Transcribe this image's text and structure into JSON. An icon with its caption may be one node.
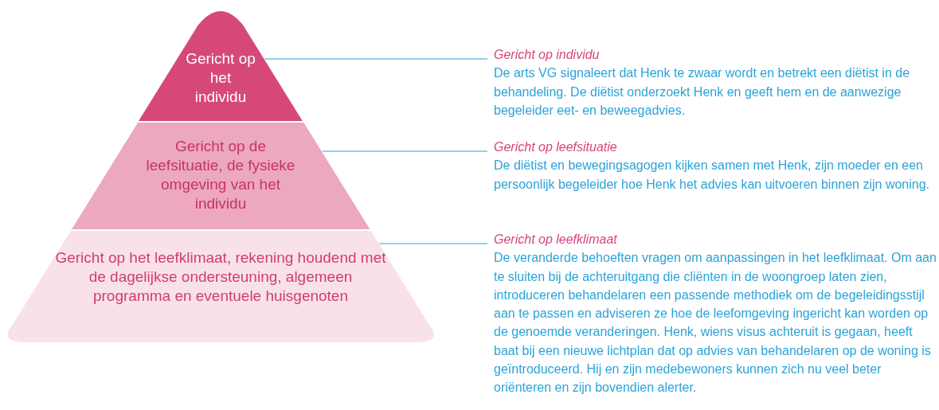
{
  "diagram": {
    "nodes": [
      {
        "text": [
          "Gericht op het individu"
        ]
      },
      {
        "text": [
          "Gericht op de leefsituatie, de fysieke omgeving van het individu"
        ]
      },
      {
        "text": [
          "Gericht op het leefklimaat, rekening houdend met de dagelijkse ondersteuning, algemeen programma en eventuele huisgenoten"
        ]
      },
      {
        "text": [
          "Gericht op individu",
          "De arts VG signaleert dat Henk te zwaar wordt en betrekt een diëtist in de behandeling. De diëtist onderzoekt Henk en geeft hem en de aanwezige begeleider eet- en beweegadvies."
        ]
      },
      {
        "text": [
          "Gericht op leefsituatie",
          "De diëtist en bewegingsagogen kijken samen met Henk, zijn moeder en een persoonlijk begeleider hoe Henk het advies kan uitvoeren binnen zijn woning."
        ]
      },
      {
        "text": [
          "Gericht op leefklimaat",
          "De veranderde behoeften vragen om aanpassingen in het leefklimaat. Om aan te sluiten bij de achteruitgang die cliënten in de woongroep laten zien, introduceren behandelaren een passende methodiek om de begeleidingsstijl aan te passen en adviseren ze hoe de leefomgeving ingericht kan worden op de genoemde veranderingen. Henk, wiens visus achteruit is gegaan, heeft baat bij een nieuwe lichtplan dat op advies van behandelaren op de woning is geïntroduceerd. Hij en zijn medebewoners kunnen zich nu veel beter oriënteren en zijn bovendien alerter."
        ]
      }
    ],
    "edges": [
      {
        "from": 0,
        "to": 3,
        "arrow": "none"
      },
      {
        "from": 1,
        "to": 4,
        "arrow": "none"
      },
      {
        "from": 2,
        "to": 5,
        "arrow": "none"
      }
    ]
  }
}
